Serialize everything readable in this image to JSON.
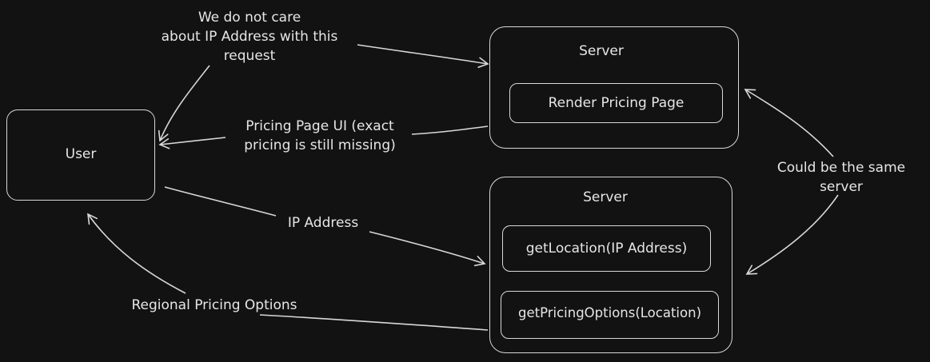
{
  "nodes": {
    "user": {
      "label": "User"
    },
    "server_top": {
      "label": "Server",
      "function": "Render Pricing Page"
    },
    "server_bottom": {
      "label": "Server",
      "functions": [
        "getLocation(IP Address)",
        "getPricingOptions(Location)"
      ]
    }
  },
  "edges": {
    "request_note": {
      "lines": [
        "We do not care",
        "about IP Address with this",
        "request"
      ]
    },
    "pricing_ui": {
      "lines": [
        "Pricing Page UI (exact",
        "pricing is still missing)"
      ]
    },
    "ip_address": {
      "label": "IP Address"
    },
    "regional_pricing": {
      "label": "Regional Pricing Options"
    },
    "same_server": {
      "lines": [
        "Could be the same",
        "server"
      ]
    }
  },
  "colors": {
    "background": "#121212",
    "stroke": "#d8d8d8",
    "text": "#e6e6e6"
  }
}
